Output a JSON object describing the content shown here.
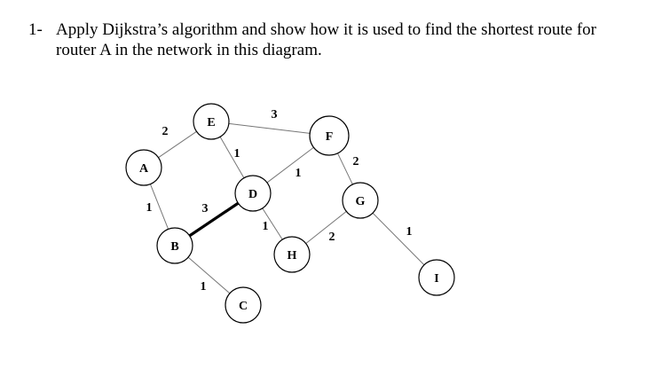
{
  "question": {
    "number": "1-",
    "line1": "Apply Dijkstra’s algorithm and show how it is used to find the shortest route for",
    "line2": "router A in the network in this diagram."
  },
  "graph": {
    "nodes": [
      "A",
      "B",
      "C",
      "D",
      "E",
      "F",
      "G",
      "H",
      "I"
    ],
    "edges": [
      {
        "from": "A",
        "to": "E",
        "weight": "2",
        "bold": false
      },
      {
        "from": "A",
        "to": "B",
        "weight": "1",
        "bold": false
      },
      {
        "from": "E",
        "to": "F",
        "weight": "3",
        "bold": false
      },
      {
        "from": "E",
        "to": "D",
        "weight": "1",
        "bold": false
      },
      {
        "from": "D",
        "to": "F",
        "weight": "1",
        "bold": false
      },
      {
        "from": "F",
        "to": "G",
        "weight": "2",
        "bold": false
      },
      {
        "from": "B",
        "to": "D",
        "weight": "3",
        "bold": true
      },
      {
        "from": "D",
        "to": "H",
        "weight": "1",
        "bold": false
      },
      {
        "from": "H",
        "to": "G",
        "weight": "2",
        "bold": false
      },
      {
        "from": "G",
        "to": "I",
        "weight": "1",
        "bold": false
      },
      {
        "from": "B",
        "to": "C",
        "weight": "1",
        "bold": false
      }
    ]
  }
}
